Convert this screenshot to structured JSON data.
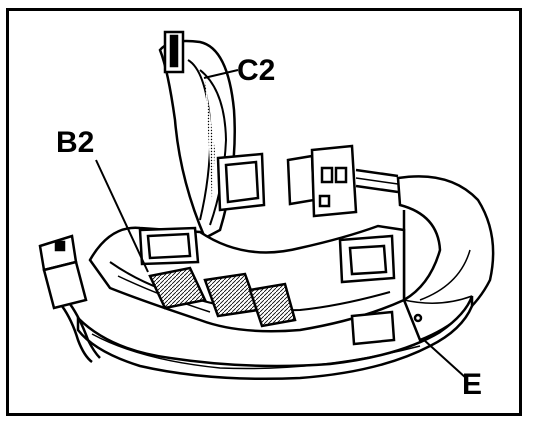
{
  "labels": {
    "c2": "C2",
    "b2": "B2",
    "e": "E"
  },
  "colors": {
    "ink": "#000000",
    "paper": "#ffffff",
    "shade": "#bdbdbd"
  }
}
